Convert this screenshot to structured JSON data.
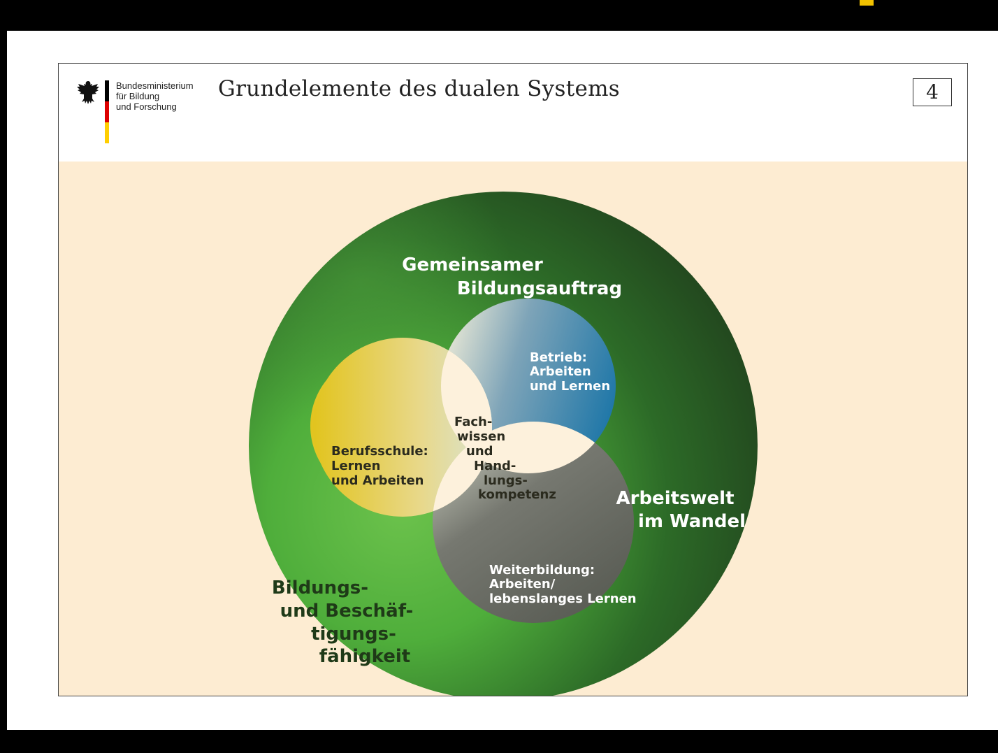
{
  "header": {
    "ministry_lines": [
      "Bundesministerium",
      "für Bildung",
      "und Forschung"
    ],
    "title": "Grundelemente des dualen Systems",
    "page_number": "4",
    "icons": [
      "eagle-icon"
    ]
  },
  "diagram": {
    "outer_ring": {
      "top_label": [
        "Gemeinsamer",
        "Bildungsauftrag"
      ],
      "right_label": [
        "Arbeitswelt",
        "im Wandel"
      ],
      "left_label": [
        "Bildungs-",
        "und Beschäf-",
        "tigungs-",
        "fähigkeit"
      ]
    },
    "circles": {
      "school": [
        "Berufsschule:",
        "Lernen",
        "und Arbeiten"
      ],
      "company": [
        "Betrieb:",
        "Arbeiten",
        "und Lernen"
      ],
      "further": [
        "Weiterbildung:",
        "Arbeiten/",
        "lebenslanges Lernen"
      ]
    },
    "center": [
      "Fach-",
      "wissen",
      "und",
      "Hand-",
      "lungs-",
      "kompetenz"
    ]
  },
  "colors": {
    "dark_green": "#23491f",
    "light_green": "#5db844",
    "yellow": "#e4c824",
    "blue": "#1f77a8",
    "gray": "#5e5f58",
    "cream": "#fdf1dc",
    "panel_bg": "#fdecd2",
    "flag_black": "#000000",
    "flag_red": "#dd0000",
    "flag_gold": "#ffce00"
  }
}
